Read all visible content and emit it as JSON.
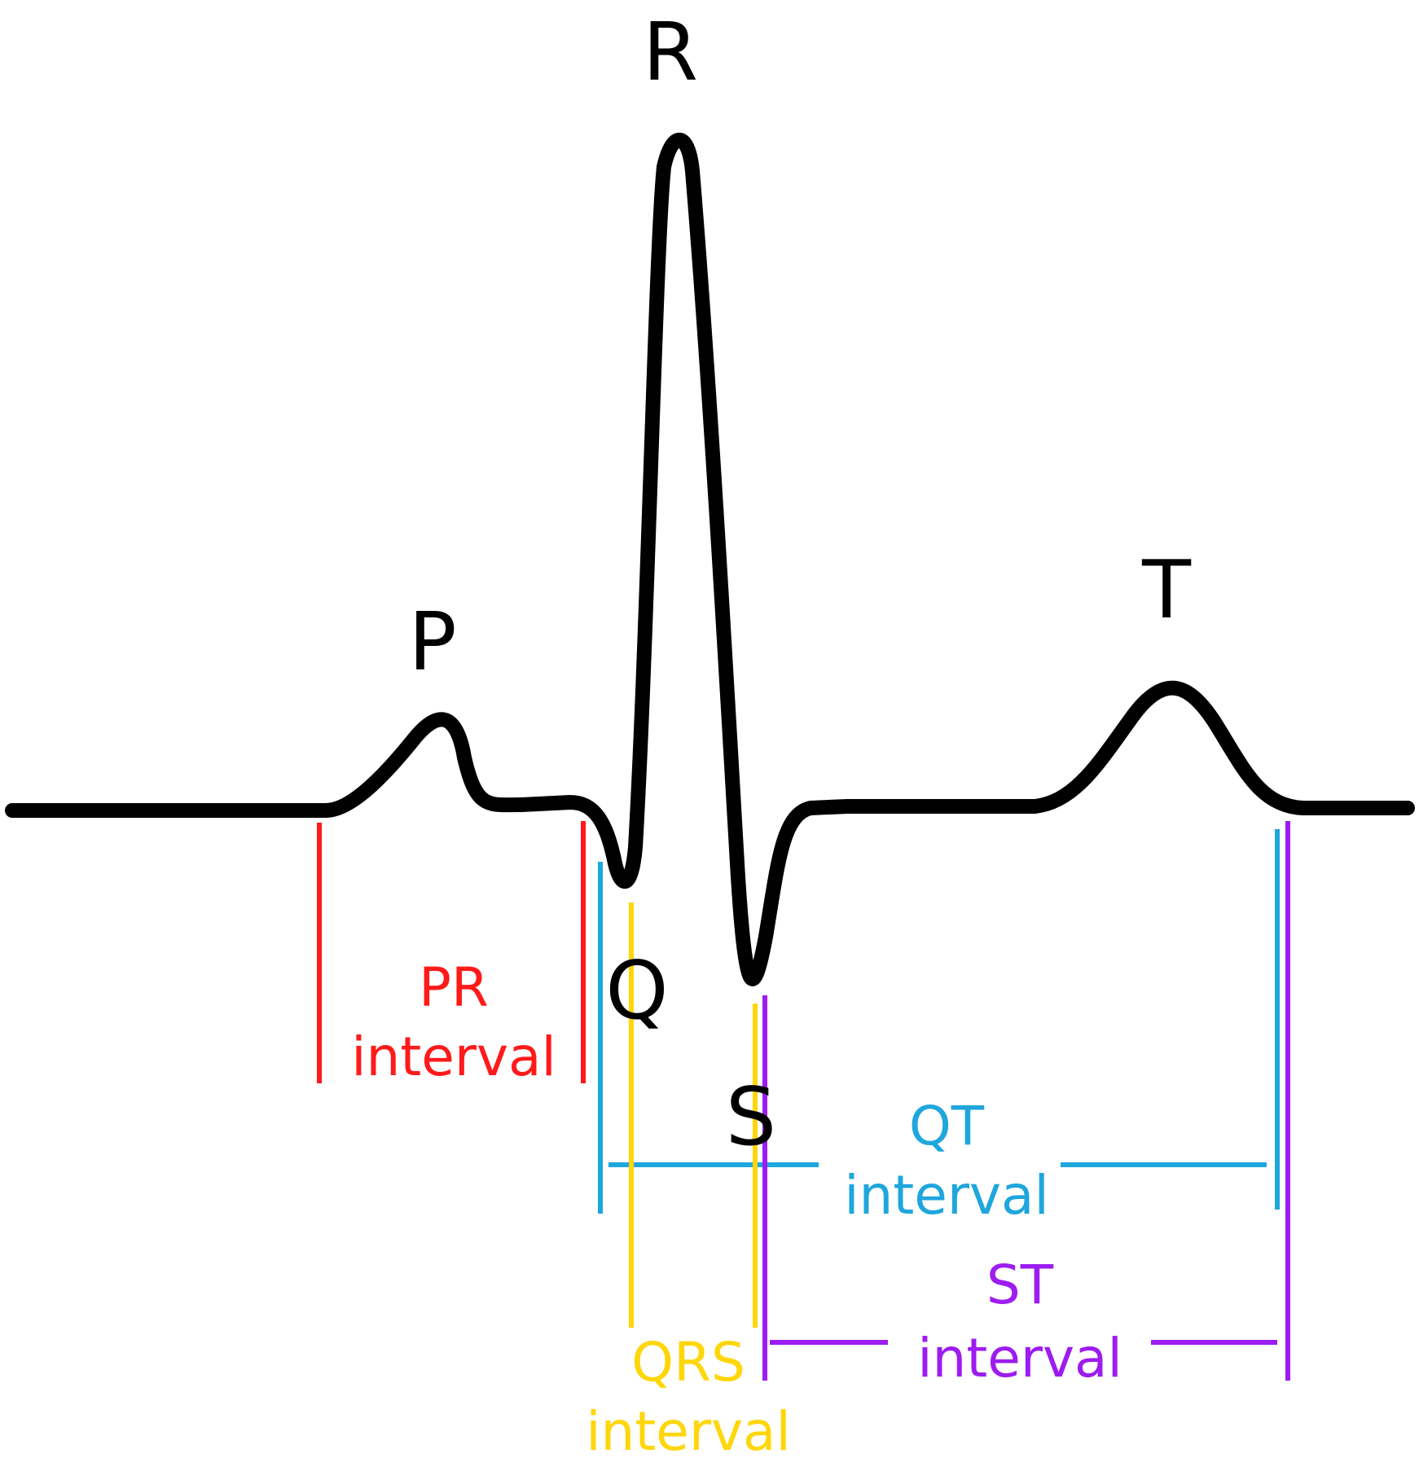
{
  "waves": {
    "p": "P",
    "q": "Q",
    "r": "R",
    "s": "S",
    "t": "T"
  },
  "intervals": {
    "pr": {
      "line1": "PR",
      "line2": "interval",
      "color": "#ff1a1a"
    },
    "qrs": {
      "line1": "QRS",
      "line2": "interval",
      "color": "#ffd60a"
    },
    "qt": {
      "line1": "QT",
      "line2": "interval",
      "color": "#1fa6dc"
    },
    "st": {
      "line1": "ST",
      "line2": "interval",
      "color": "#9d1cf0"
    }
  },
  "trace_color": "#000000"
}
